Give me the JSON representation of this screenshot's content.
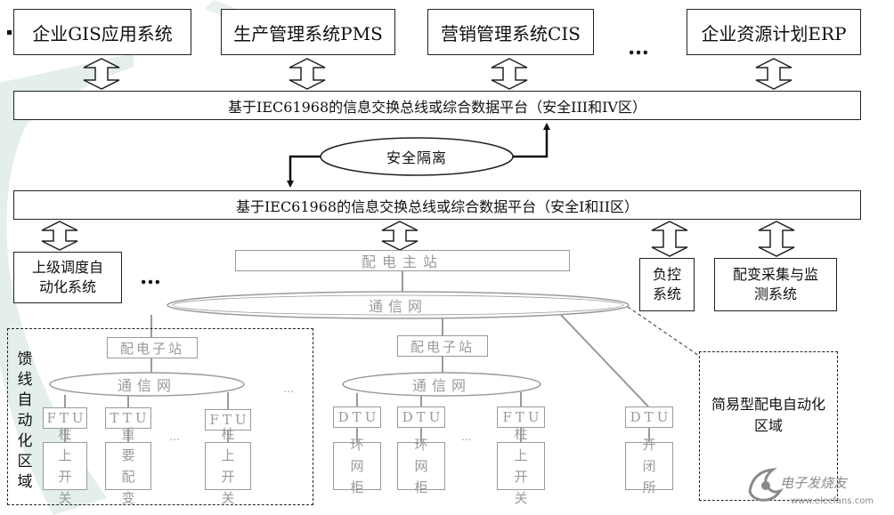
{
  "top_systems": [
    "企业GIS应用系统",
    "生产管理系统PMS",
    "营销管理系统CIS",
    "企业资源计划ERP"
  ],
  "top_ellipsis": "…",
  "bus_upper": "基于IEC61968的信息交换总线或综合数据平台（安全III和IV区）",
  "security_isolation": "安全隔离",
  "bus_lower": "基于IEC61968的信息交换总线或综合数据平台（安全I和II区）",
  "left_system": "上级调度自动化系统",
  "left_ellipsis": "…",
  "load_control": "负控系统",
  "transformer_monitor": "配变采集与监测系统",
  "master_station": "配电主站",
  "comm_network": "通信网",
  "feeder_zone_label": "馈线自动化区域",
  "simple_zone_label": "简易型配电自动化区域",
  "sub_stations": [
    "配电子站",
    "配电子站"
  ],
  "sub_networks": [
    "通信网",
    "通信网"
  ],
  "devices": [
    "FTU",
    "TTU",
    "FTU",
    "DTU",
    "DTU",
    "FTU",
    "DTU"
  ],
  "equipment": [
    "柱上开关",
    "重要配变",
    "柱上开关",
    "环网柜",
    "环网柜",
    "柱上开关",
    "开闭所"
  ],
  "small_ellipsis": "…",
  "watermark": {
    "text": "电子发烧友",
    "url": "www.elecfans.com"
  },
  "colors": {
    "line": "#222222",
    "grey": "#9a9a9a",
    "watermark": "#7fb3ad"
  }
}
